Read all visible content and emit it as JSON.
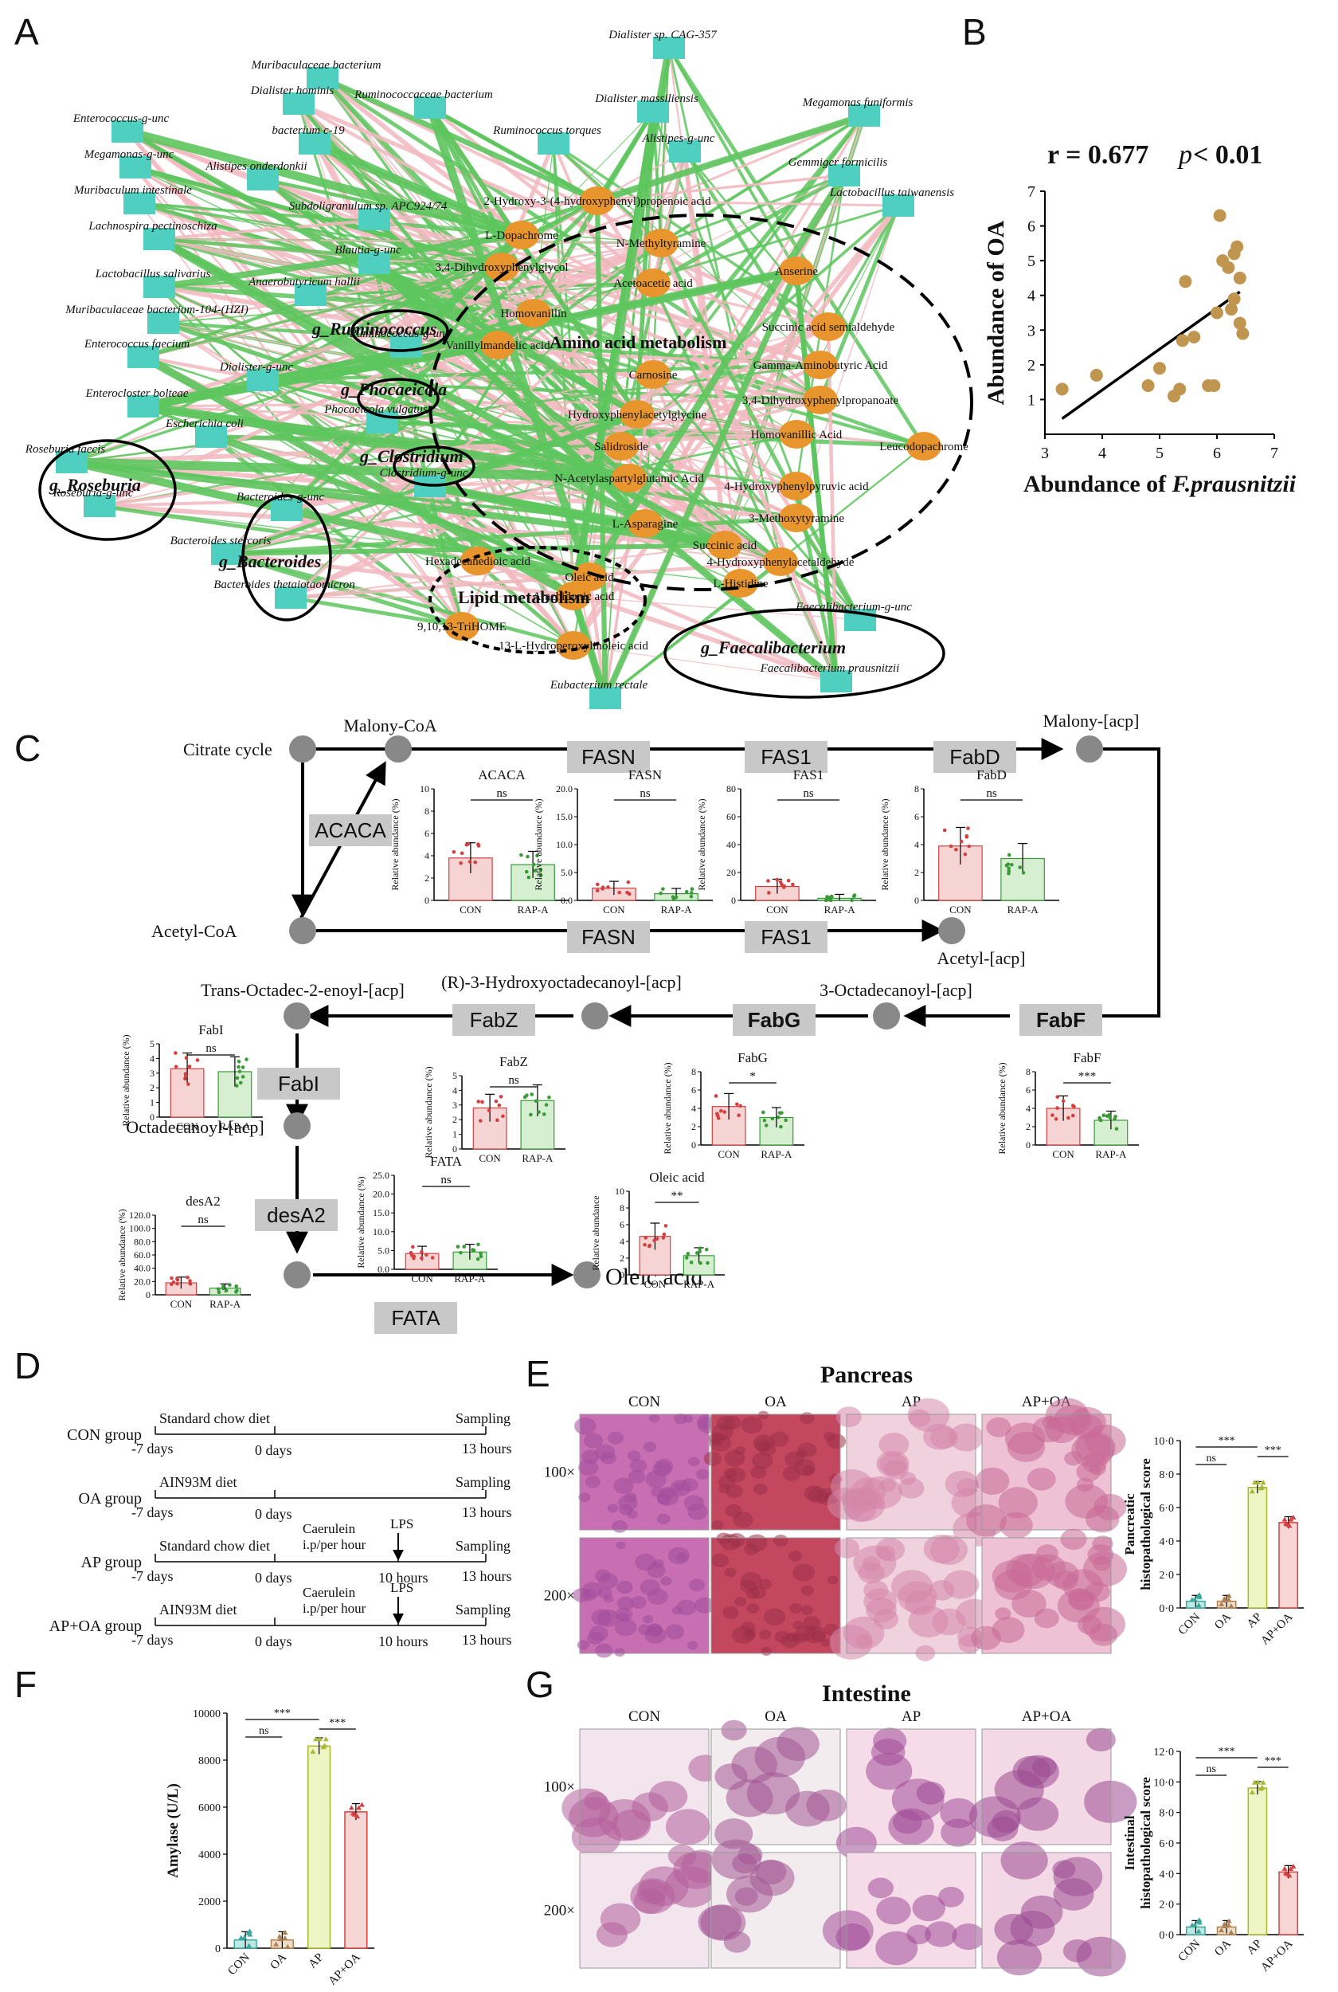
{
  "panel_letters": [
    "A",
    "B",
    "C",
    "D",
    "E",
    "F",
    "G"
  ],
  "panelA": {
    "bacteria": [
      "Muribaculaceae bacterium",
      "Dialister sp. CAG-357",
      "Dialister hominis",
      "Ruminococcaceae bacterium",
      "Dialister massiliensis",
      "Megamonas funiformis",
      "Enterococcus-g-unc",
      "bacterium c-19",
      "Ruminococcus torques",
      "Alistipes-g-unc",
      "Megamonas-g-unc",
      "Alistipes onderdonkii",
      "Gemmiger formicilis",
      "Muribaculum intestinale",
      "Subdoligranulum sp. APC924/74",
      "Lactobacillus taiwanensis",
      "Lachnospira pectinoschiza",
      "Blautia-g-unc",
      "Lactobacillus salivarius",
      "Anaerobutyricum hallii",
      "Muribaculaceae bacterium-104-(HZI)",
      "Ruminococcus-g-unc",
      "Enterococcus faecium",
      "Dialister-g-unc",
      "Phocaeicola vulgatus",
      "Enterocloster bolteae",
      "Escherichia coli",
      "Clostridium-g-unc",
      "Roseburia faecis",
      "Roseburia-g-unc",
      "Bacteroides-g-unc",
      "Bacteroides stercoris",
      "Bacteroides thetaiotaomicron",
      "Faecalibacterium-g-unc",
      "Faecalibacterium prausnitzii",
      "Eubacterium rectale"
    ],
    "metabolites": [
      "2-Hydroxy-3-(4-hydroxyphenyl)propenoic acid",
      "L-Dopachrome",
      "N-Methyltyramine",
      "3,4-Dihydroxyphenylglycol",
      "Acetoacetic acid",
      "Anserine",
      "Homovanillin",
      "Succinic acid semialdehyde",
      "Vanillylmandelic acid",
      "Gamma-Aminobutyric Acid",
      "Carnosine",
      "3,4-Dihydroxyphenylpropanoate",
      "Hydroxyphenylacetylglycine",
      "Salidroside",
      "Homovanillic Acid",
      "N-Acetylaspartylglutamic Acid",
      "Leucodopachrome",
      "4-Hydroxyphenylpyruvic acid",
      "L-Asparagine",
      "3-Methoxytyramine",
      "Succinic acid",
      "4-Hydroxyphenylacetaldehyde",
      "Hexadecanedioic acid",
      "Oleic acid",
      "L-Histidine",
      "Arachidonic acid",
      "9,10,13-TriHOME",
      "13-L-Hydroperoxylinoleic acid"
    ],
    "genus_labels": [
      "g_Ruminococcus",
      "g_Phocaeicola",
      "g_Clostridium",
      "g_Roseburia",
      "g_Bacteroides",
      "g_Faecalibacterium"
    ],
    "group_labels": [
      "Amino acid metabolism",
      "Lipid metabolism"
    ],
    "colors": {
      "bacteria": "#4fcfbf",
      "metabolite": "#e8952e",
      "pos_edge": "#f2b8c0",
      "neg_edge": "#5dc55d"
    }
  },
  "panelB": {
    "stat_r": "r = 0.677",
    "stat_p_italic": "p",
    "stat_p_rest": " < 0.01",
    "chart_data": {
      "type": "scatter",
      "xlabel_prefix": "Abundance of ",
      "xlabel_italic": "F.prausnitzii",
      "ylabel": "Abundance of  OA",
      "xlim": [
        3,
        7
      ],
      "ylim": [
        0,
        7
      ],
      "xticks": [
        3,
        4,
        5,
        6,
        7
      ],
      "yticks": [
        1,
        2,
        3,
        4,
        5,
        6,
        7
      ],
      "points": [
        [
          3.3,
          1.3
        ],
        [
          3.9,
          1.7
        ],
        [
          4.8,
          1.4
        ],
        [
          5.0,
          1.9
        ],
        [
          5.25,
          1.1
        ],
        [
          5.35,
          1.3
        ],
        [
          5.4,
          2.7
        ],
        [
          5.45,
          4.4
        ],
        [
          5.6,
          2.8
        ],
        [
          5.85,
          1.4
        ],
        [
          5.95,
          1.4
        ],
        [
          6.0,
          3.5
        ],
        [
          6.05,
          6.3
        ],
        [
          6.1,
          5.0
        ],
        [
          6.2,
          4.8
        ],
        [
          6.25,
          3.6
        ],
        [
          6.3,
          3.9
        ],
        [
          6.3,
          5.2
        ],
        [
          6.35,
          5.4
        ],
        [
          6.4,
          3.2
        ],
        [
          6.45,
          2.9
        ],
        [
          6.4,
          4.5
        ]
      ],
      "regression": [
        [
          3.3,
          0.45
        ],
        [
          6.4,
          4.1
        ]
      ],
      "point_color": "#bf9550"
    }
  },
  "panelC": {
    "nodes": [
      "Citrate cycle",
      "Malony-CoA",
      "Malony-[acp]",
      "Acetyl-CoA",
      "Acetyl-[acp]",
      "Trans-Octadec-2-enoyl-[acp]",
      "(R)-3-Hydroxyoctadecanoyl-[acp]",
      "3-Octadecanoyl-[acp]",
      "Octadecanoyl-[acp]",
      "Oleic acid"
    ],
    "enzymes": [
      "ACACA",
      "FASN",
      "FAS1",
      "FabD",
      "FASN",
      "FAS1",
      "FabZ",
      "FabG",
      "FabF",
      "FabI",
      "desA2",
      "FATA"
    ],
    "y_label": "Relative abundance (%)",
    "y_label_oleic": "Relative abundance",
    "groups": [
      "CON",
      "RAP-A"
    ],
    "bars": [
      {
        "title": "ACACA",
        "sig": "ns",
        "con": 3.8,
        "rap": 3.2,
        "ymax": 10,
        "ticks": [
          "0",
          "2",
          "4",
          "6",
          "8",
          "10"
        ]
      },
      {
        "title": "FASN",
        "sig": "ns",
        "con": 2.2,
        "rap": 1.2,
        "ymax": 20,
        "ticks": [
          "0.0",
          "5.0",
          "10.0",
          "15.0",
          "20.0"
        ]
      },
      {
        "title": "FAS1",
        "sig": "ns",
        "con": 10,
        "rap": 1.5,
        "ymax": 80,
        "ticks": [
          "0",
          "20",
          "40",
          "60",
          "80"
        ]
      },
      {
        "title": "FabD",
        "sig": "ns",
        "con": 3.9,
        "rap": 3.0,
        "ymax": 8,
        "ticks": [
          "0",
          "2",
          "4",
          "6",
          "8"
        ]
      },
      {
        "title": "FabI",
        "sig": "ns",
        "con": 3.3,
        "rap": 3.1,
        "ymax": 5,
        "ticks": [
          "0",
          "1",
          "2",
          "3",
          "4",
          "5"
        ]
      },
      {
        "title": "FabZ",
        "sig": "ns",
        "con": 2.8,
        "rap": 3.3,
        "ymax": 5,
        "ticks": [
          "0",
          "1",
          "2",
          "3",
          "4",
          "5"
        ]
      },
      {
        "title": "FabG",
        "sig": "*",
        "con": 4.2,
        "rap": 3.0,
        "ymax": 8,
        "ticks": [
          "0",
          "2",
          "4",
          "6",
          "8"
        ]
      },
      {
        "title": "FabF",
        "sig": "***",
        "con": 4.0,
        "rap": 2.7,
        "ymax": 8,
        "ticks": [
          "0",
          "2",
          "4",
          "6",
          "8"
        ]
      },
      {
        "title": "desA2",
        "sig": "ns",
        "con": 18,
        "rap": 10,
        "ymax": 120,
        "ticks": [
          "0",
          "20.0",
          "40.0",
          "60.0",
          "80.0",
          "100.0",
          "120.0"
        ]
      },
      {
        "title": "FATA",
        "sig": "ns",
        "con": 4.2,
        "rap": 4.6,
        "ymax": 25,
        "ticks": [
          "0.0",
          "5.0",
          "10.0",
          "15.0",
          "20.0",
          "25.0"
        ]
      },
      {
        "title": "Oleic acid",
        "sig": "**",
        "con": 4.6,
        "rap": 2.3,
        "ymax": 10,
        "ticks": [
          "0",
          "2",
          "4",
          "6",
          "8",
          "10"
        ]
      }
    ],
    "colors": {
      "con": "#f7d4d4",
      "con_dot": "#d44040",
      "rap": "#d6efd0",
      "rap_dot": "#3a9a3a",
      "enzyme_box": "#c8c8c8",
      "enzyme_red": "#e02020",
      "node": "#888888"
    }
  },
  "panelD": {
    "rows": [
      {
        "group": "CON group",
        "diet": "Standard chow diet",
        "lps": false
      },
      {
        "group": "OA group",
        "diet": "AIN93M diet",
        "lps": false
      },
      {
        "group": "AP group",
        "diet": "Standard chow diet",
        "lps": true
      },
      {
        "group": "AP+OA group",
        "diet": "AIN93M diet",
        "lps": true
      }
    ],
    "start": "-7 days",
    "zero": "0 days",
    "ten": "10 hours",
    "end": "13 hours",
    "sampling": "Sampling",
    "caerulein_1": "Caerulein",
    "caerulein_2": "i.p/per hour",
    "lps": "LPS"
  },
  "panelE": {
    "title": "Pancreas",
    "columns": [
      "CON",
      "OA",
      "AP",
      "AP+OA"
    ],
    "rows": [
      "100×",
      "200×"
    ],
    "chart_data": {
      "type": "bar",
      "ylabel_1": "Pancreatic",
      "ylabel_2": "histopathological score",
      "categories": [
        "CON",
        "OA",
        "AP",
        "AP+OA"
      ],
      "values": [
        0.4,
        0.4,
        7.2,
        5.1
      ],
      "ymax": 10,
      "ticks": [
        "0·0",
        "2·0",
        "4·0",
        "6·0",
        "8·0",
        "10·0"
      ],
      "sigs": [
        {
          "a": 0,
          "b": 1,
          "label": "ns"
        },
        {
          "a": 0,
          "b": 2,
          "label": "***"
        },
        {
          "a": 2,
          "b": 3,
          "label": "***"
        }
      ]
    }
  },
  "panelF": {
    "chart_data": {
      "type": "bar",
      "ylabel": "Amylase (U/L)",
      "categories": [
        "CON",
        "OA",
        "AP",
        "AP+OA"
      ],
      "values": [
        350,
        350,
        8600,
        5800
      ],
      "ymax": 10000,
      "ticks": [
        "0",
        "2000",
        "4000",
        "6000",
        "8000",
        "10000"
      ],
      "sigs": [
        {
          "a": 0,
          "b": 1,
          "label": "ns"
        },
        {
          "a": 0,
          "b": 2,
          "label": "***"
        },
        {
          "a": 2,
          "b": 3,
          "label": "***"
        }
      ]
    }
  },
  "panelG": {
    "title": "Intestine",
    "columns": [
      "CON",
      "OA",
      "AP",
      "AP+OA"
    ],
    "rows": [
      "100×",
      "200×"
    ],
    "chart_data": {
      "type": "bar",
      "ylabel_1": "Intestinal",
      "ylabel_2": "histopathological score",
      "categories": [
        "CON",
        "OA",
        "AP",
        "AP+OA"
      ],
      "values": [
        0.5,
        0.5,
        9.6,
        4.1
      ],
      "ymax": 12,
      "ticks": [
        "0·0",
        "2·0",
        "4·0",
        "6·0",
        "8·0",
        "10·0",
        "12·0"
      ],
      "sigs": [
        {
          "a": 0,
          "b": 1,
          "label": "ns"
        },
        {
          "a": 0,
          "b": 2,
          "label": "***"
        },
        {
          "a": 2,
          "b": 3,
          "label": "***"
        }
      ]
    }
  },
  "bar_colors": [
    "#bfe8e4",
    "#ecdcc8",
    "#eef5c4",
    "#f7d6d6"
  ],
  "bar_dot_colors": [
    "#3aa89c",
    "#b08050",
    "#a8b830",
    "#d44040"
  ]
}
